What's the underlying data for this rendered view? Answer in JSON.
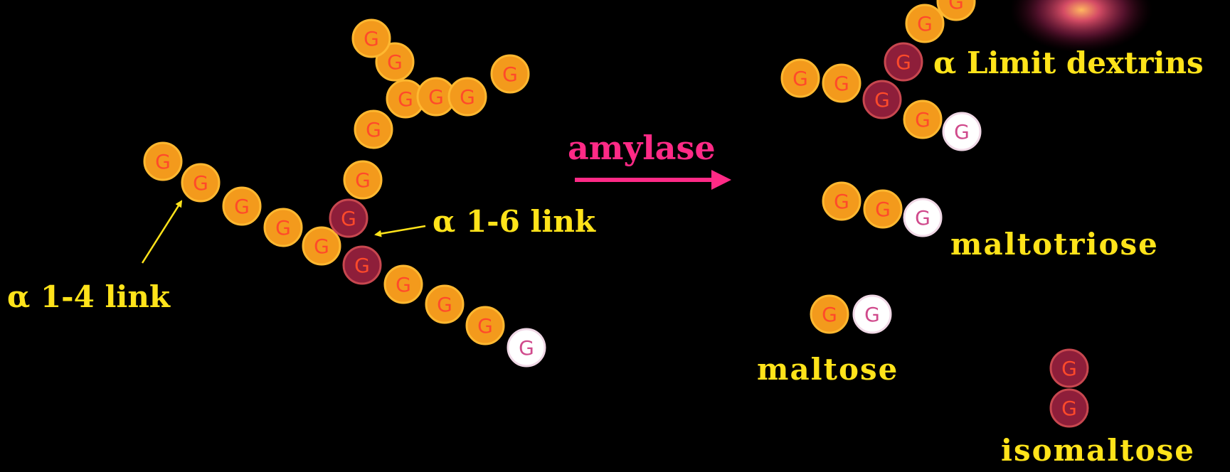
{
  "colors": {
    "background": "#000000",
    "orange_glucose": "#f39a1c",
    "orange_rim": "#ffb830",
    "red_glucose": "#8e1e3a",
    "red_rim": "#c8474f",
    "white_glucose": "#ffffff",
    "white_rim": "#f0d8e6",
    "glyph_on_orange": "#ff4a2a",
    "glyph_on_white": "#d04a8c",
    "label_yellow": "#ffe31a",
    "amylase_pink": "#ff2a86",
    "glow": "#ff6a3a"
  },
  "glucose_letter": "G",
  "labels": {
    "alpha_1_4": "α 1-4 link",
    "alpha_1_6": "α 1-6 link",
    "amylase": "amylase",
    "limit_dextrins": "α Limit dextrins",
    "maltotriose": "maltotriose",
    "maltose": "maltose",
    "isomaltose": "isomaltose"
  }
}
